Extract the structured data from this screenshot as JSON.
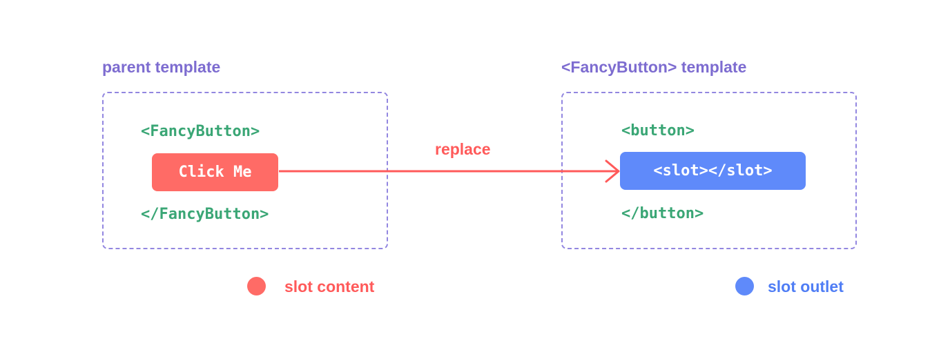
{
  "diagram": {
    "parent": {
      "title": "parent template",
      "open_tag": "<FancyButton>",
      "slot_content": "Click Me",
      "close_tag": "</FancyButton>"
    },
    "child": {
      "title": "<FancyButton> template",
      "open_tag": "<button>",
      "slot_outlet": "<slot></slot>",
      "close_tag": "</button>"
    },
    "arrow_label": "replace",
    "legend": {
      "slot_content_label": "slot content",
      "slot_outlet_label": "slot outlet"
    },
    "colors": {
      "purple_text": "#7d6cd0",
      "purple_border": "#9286e0",
      "code_green": "#3aa675",
      "slot_content_red": "#ff6b66",
      "slot_outlet_blue": "#5f8afa"
    }
  }
}
